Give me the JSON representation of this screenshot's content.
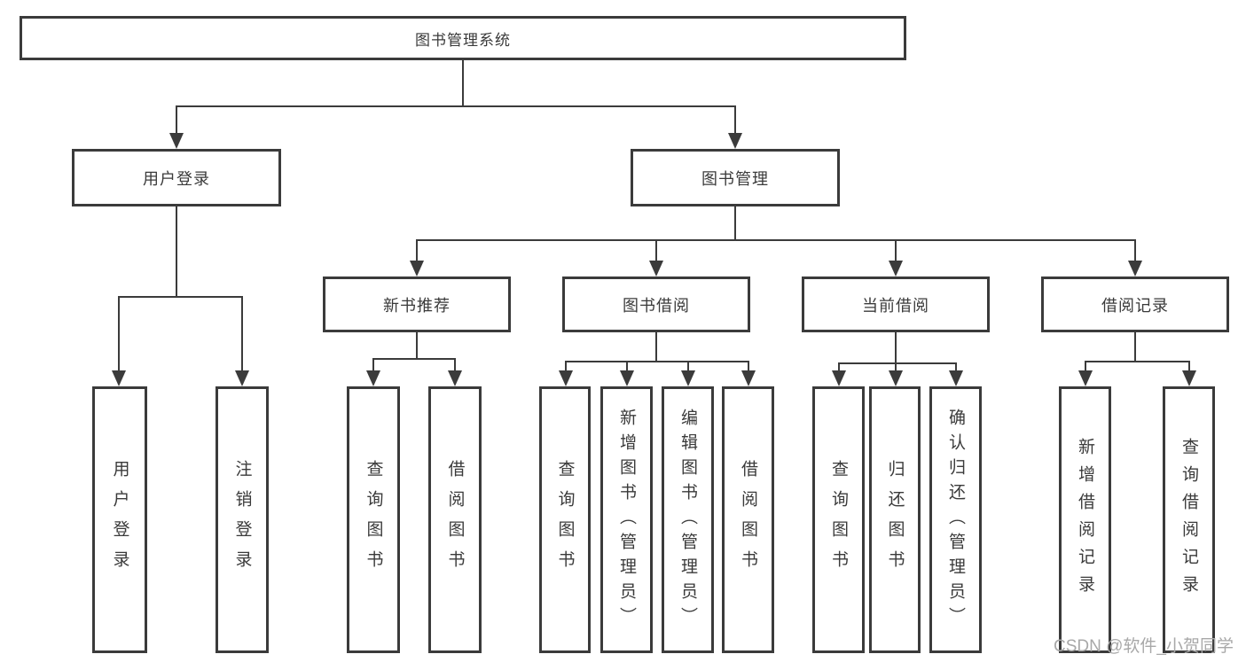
{
  "diagram": {
    "type": "hierarchy-tree",
    "root": {
      "label": "图书管理系统"
    },
    "branches": [
      {
        "label": "用户登录",
        "leaves": [
          "用户登录",
          "注销登录"
        ]
      },
      {
        "label": "图书管理",
        "sections": [
          {
            "label": "新书推荐",
            "leaves": [
              "查询图书",
              "借阅图书"
            ]
          },
          {
            "label": "图书借阅",
            "leaves": [
              "查询图书",
              "新增图书（管理员）",
              "编辑图书（管理员）",
              "借阅图书"
            ]
          },
          {
            "label": "当前借阅",
            "leaves": [
              "查询图书",
              "归还图书",
              "确认归还（管理员）"
            ]
          },
          {
            "label": "借阅记录",
            "leaves": [
              "新增借阅记录",
              "查询借阅记录"
            ]
          }
        ]
      }
    ]
  },
  "watermark": "CSDN @软件_小贺同学",
  "colors": {
    "line": "#3b3b3b",
    "text": "#3a3a3a",
    "background": "#ffffff",
    "watermark": "#a8a8a8"
  }
}
